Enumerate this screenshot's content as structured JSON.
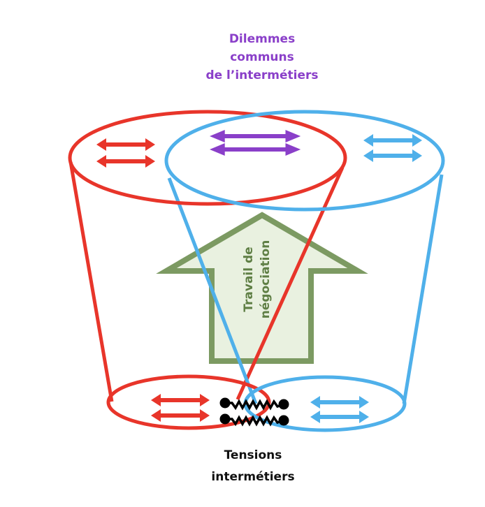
{
  "title": {
    "lines": [
      "Dilemmes",
      "communs",
      "de l’intermétiers"
    ],
    "color": "#8a3fc9"
  },
  "arrow_label": {
    "lines": [
      "Travail de",
      "négociation"
    ],
    "color": "#5f7f45"
  },
  "bottom_label": {
    "lines": [
      "Tensions",
      "intermétiers"
    ],
    "color": "#111111"
  },
  "colors": {
    "red": "#e8352a",
    "blue": "#4fb0ea",
    "purple": "#8a3fc9",
    "green_stroke": "#7c9a62",
    "green_fill": "#e9f1e0",
    "black": "#000000"
  },
  "icons": {
    "red_top_arrows": "double-headed-arrow-pair",
    "purple_top_arrows": "double-headed-arrow-pair",
    "blue_top_arrows": "double-headed-arrow-pair",
    "red_bottom_arrows": "double-headed-arrow-pair",
    "blue_bottom_arrows": "double-headed-arrow-pair",
    "tension_springs": "zigzag-spring-pair",
    "negotiation_arrow": "up-arrow"
  }
}
